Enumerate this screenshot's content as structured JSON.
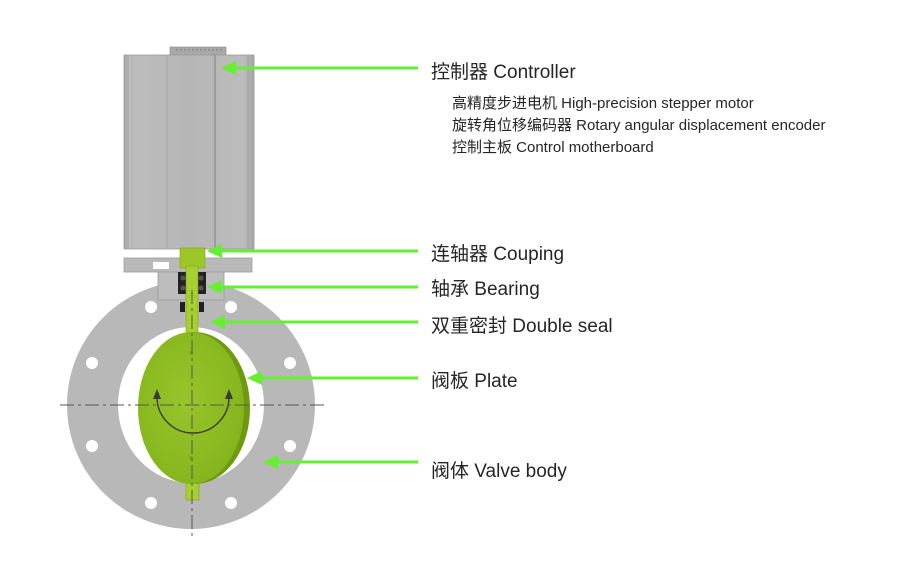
{
  "colors": {
    "arrow": "#66ee33",
    "plate_green": "#8fbf24",
    "plate_green_dark": "#6e9a10",
    "body_gray": "#b8b8b8",
    "actuator_gray": "#b3b3b3",
    "centerline": "#555555",
    "text": "#262626"
  },
  "labels": {
    "controller": "控制器 Controller",
    "controller_items": [
      "高精度步进电机  High-precision stepper motor",
      "旋转角位移编码器  Rotary angular displacement encoder",
      "控制主板  Control motherboard"
    ],
    "coupling": "连轴器 Couping",
    "bearing": "轴承 Bearing",
    "double_seal": "双重密封 Double seal",
    "plate": "阀板 Plate",
    "valve_body": "阀体 Valve body"
  }
}
